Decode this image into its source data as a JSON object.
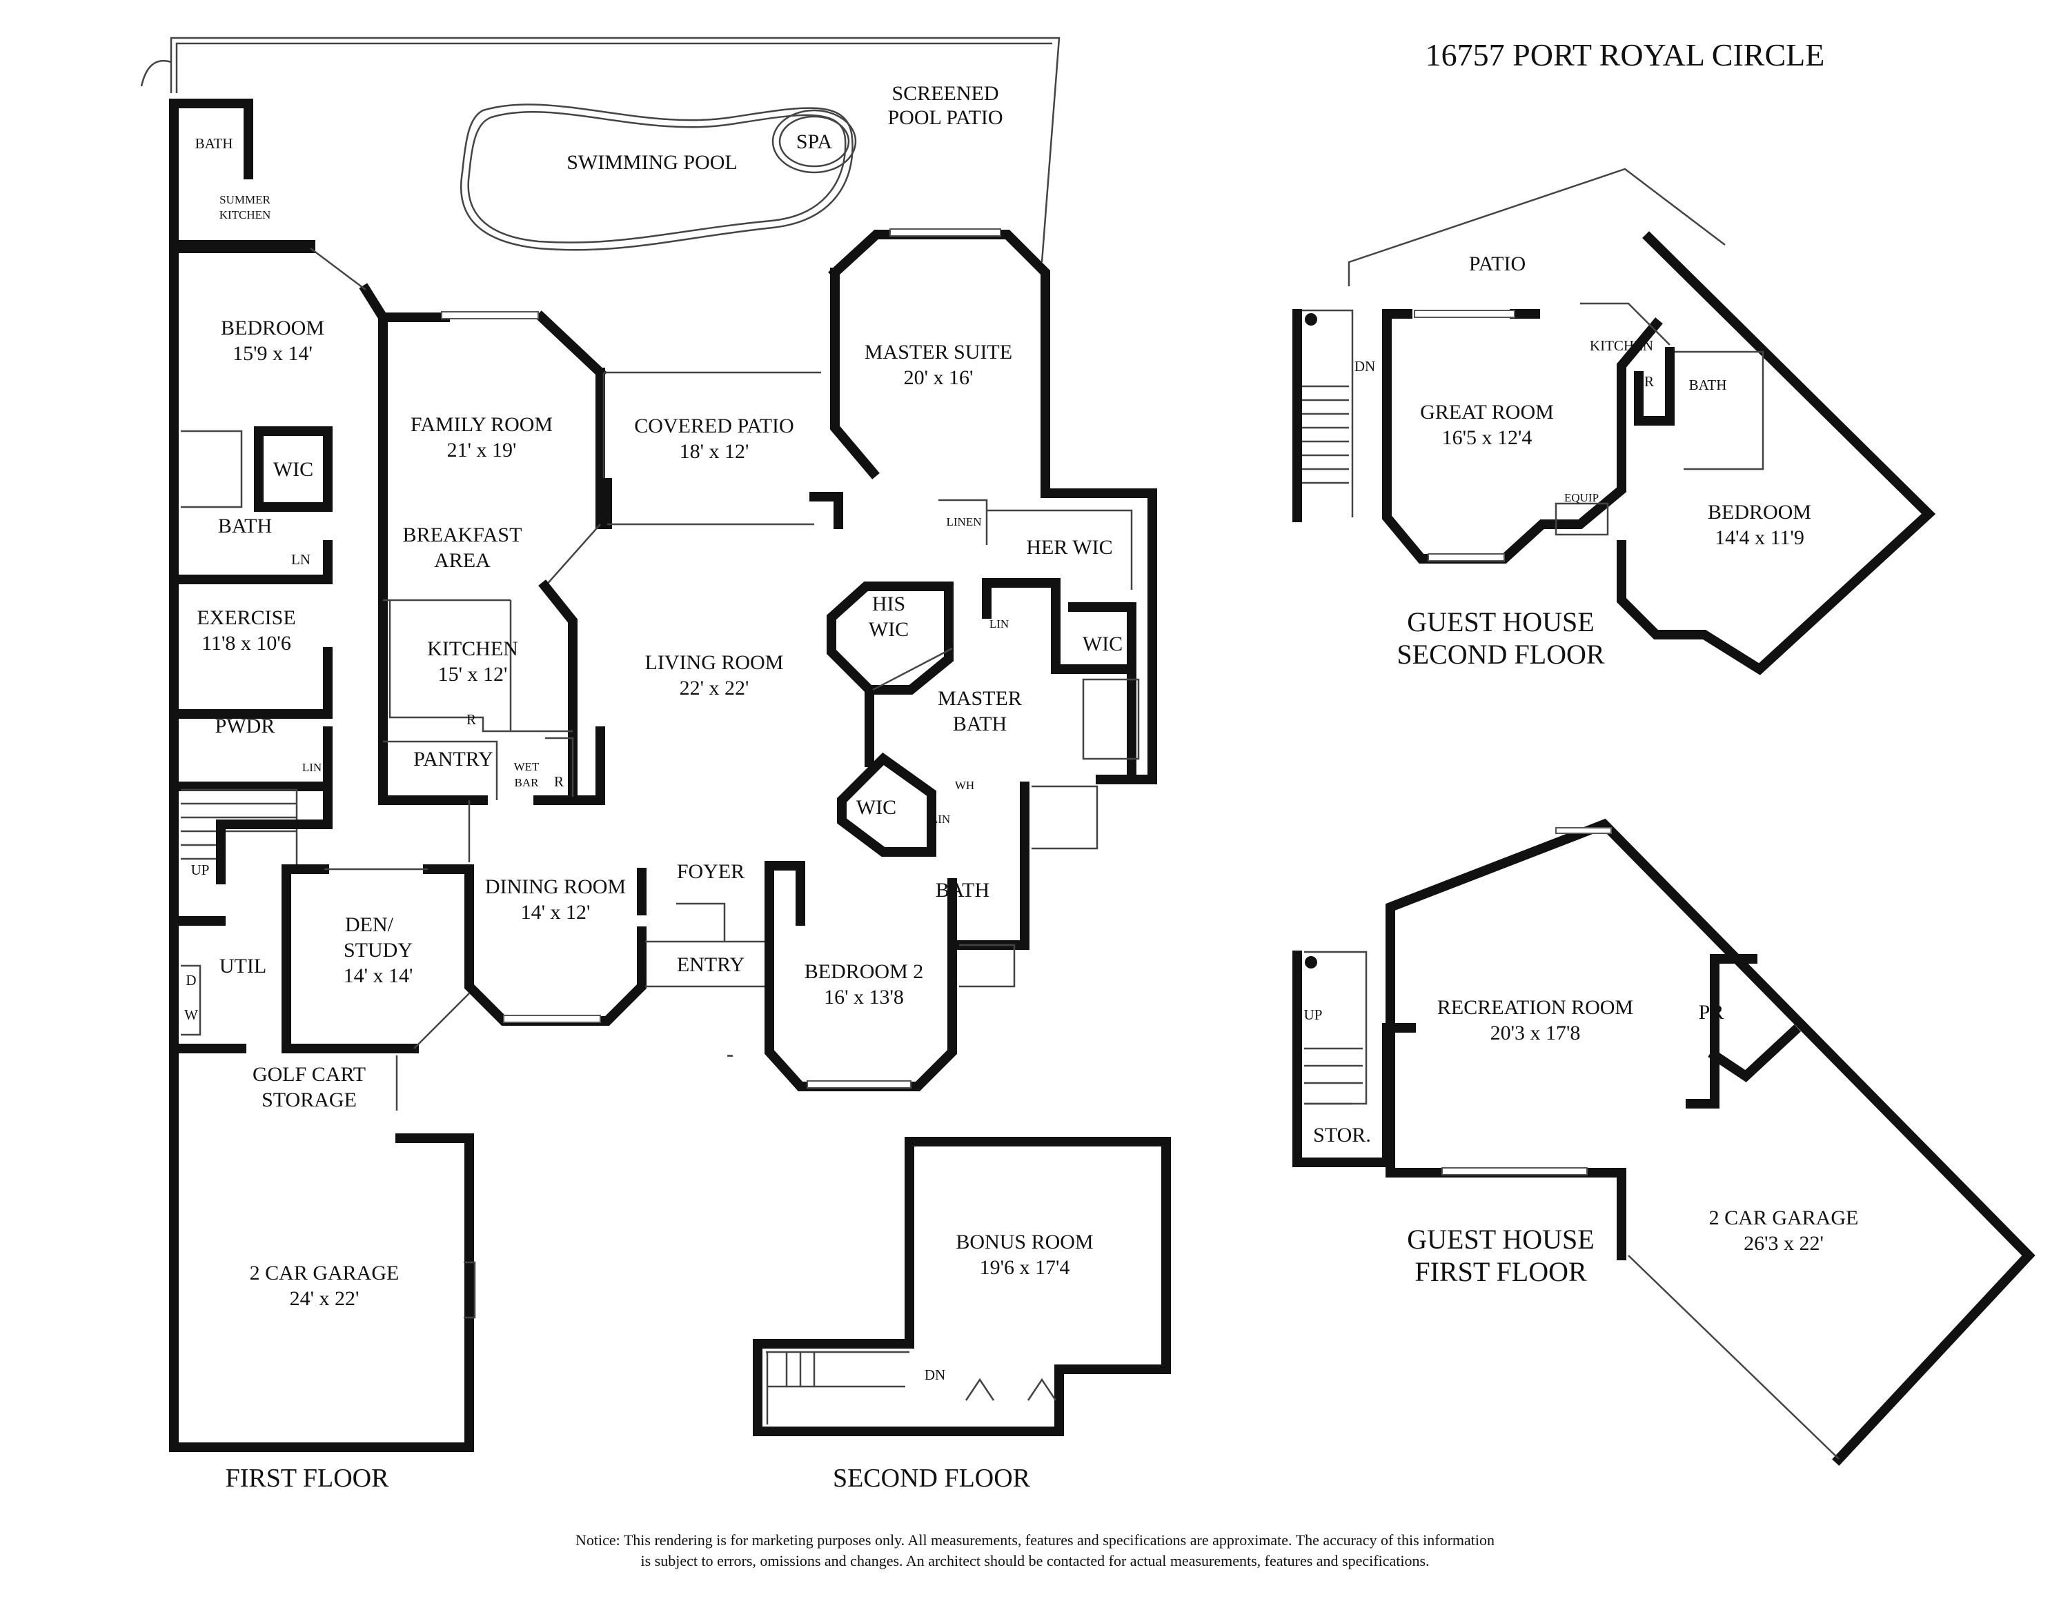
{
  "title": "16757 PORT ROYAL CIRCLE",
  "floor_labels": {
    "first": "FIRST FLOOR",
    "second": "SECOND FLOOR",
    "guest_second": [
      "GUEST HOUSE",
      "SECOND FLOOR"
    ],
    "guest_first": [
      "GUEST HOUSE",
      "FIRST FLOOR"
    ]
  },
  "rooms": {
    "screened_patio": [
      "SCREENED",
      "POOL PATIO"
    ],
    "swimming_pool": "SWIMMING POOL",
    "spa": "SPA",
    "pool_bath": "BATH",
    "summer_kitchen": [
      "SUMMER",
      "KITCHEN"
    ],
    "bedroom": {
      "name": "BEDROOM",
      "dims": "15'9 x 14'"
    },
    "wic_left": "WIC",
    "bath_left": "BATH",
    "ln": "LN",
    "exercise": {
      "name": "EXERCISE",
      "dims": "11'8 x 10'6"
    },
    "pwdr": "PWDR",
    "lin_pwdr": "LIN",
    "up": "UP",
    "util": "UTIL",
    "dryer": "D",
    "washer": "W",
    "den": {
      "name": [
        "DEN/",
        "STUDY"
      ],
      "dims": "14' x 14'"
    },
    "golf_cart": [
      "GOLF CART",
      "STORAGE"
    ],
    "garage": {
      "name": "2 CAR GARAGE",
      "dims": "24' x 22'"
    },
    "family": {
      "name": "FAMILY ROOM",
      "dims": "21' x 19'"
    },
    "breakfast": [
      "BREAKFAST",
      "AREA"
    ],
    "kitchen": {
      "name": "KITCHEN",
      "dims": "15' x 12'"
    },
    "fridge": "R",
    "pantry": "PANTRY",
    "wet_bar": [
      "WET",
      "BAR"
    ],
    "dining": {
      "name": "DINING ROOM",
      "dims": "14' x 12'"
    },
    "covered_patio": {
      "name": "COVERED PATIO",
      "dims": "18' x 12'"
    },
    "living": {
      "name": "LIVING ROOM",
      "dims": "22' x 22'"
    },
    "foyer": "FOYER",
    "entry": "ENTRY",
    "master": {
      "name": "MASTER SUITE",
      "dims": "20' x 16'"
    },
    "linen": "LINEN",
    "her_wic": "HER WIC",
    "his_wic": [
      "HIS",
      "WIC"
    ],
    "lin_master": "LIN",
    "wic_master": "WIC",
    "master_bath": [
      "MASTER",
      "BATH"
    ],
    "wh": "WH",
    "wic_bed2": "WIC",
    "lin_bed2": "LIN",
    "bath_bed2": "BATH",
    "bedroom2": {
      "name": "BEDROOM 2",
      "dims": "16' x 13'8"
    },
    "bonus": {
      "name": "BONUS ROOM",
      "dims": "19'6 x 17'4"
    },
    "dn_second": "DN",
    "gh2_patio": "PATIO",
    "gh2_dn": "DN",
    "gh2_great": {
      "name": "GREAT ROOM",
      "dims": "16'5 x 12'4"
    },
    "gh2_kitchen": "KITCHEN",
    "gh2_r": "R",
    "gh2_bath": "BATH",
    "gh2_equip": "EQUIP",
    "gh2_bedroom": {
      "name": "BEDROOM",
      "dims": "14'4 x 11'9"
    },
    "gh1_up": "UP",
    "gh1_stor": "STOR.",
    "gh1_rec": {
      "name": "RECREATION ROOM",
      "dims": "20'3 x 17'8"
    },
    "gh1_pr": "PR",
    "gh1_garage": {
      "name": "2 CAR GARAGE",
      "dims": "26'3 x 22'"
    }
  },
  "notice": [
    "Notice: This rendering is for marketing purposes only. All measurements, features and specifications are approximate. The accuracy of this information",
    "is subject to errors, omissions and changes. An architect should be contacted for actual measurements, features and specifications."
  ]
}
